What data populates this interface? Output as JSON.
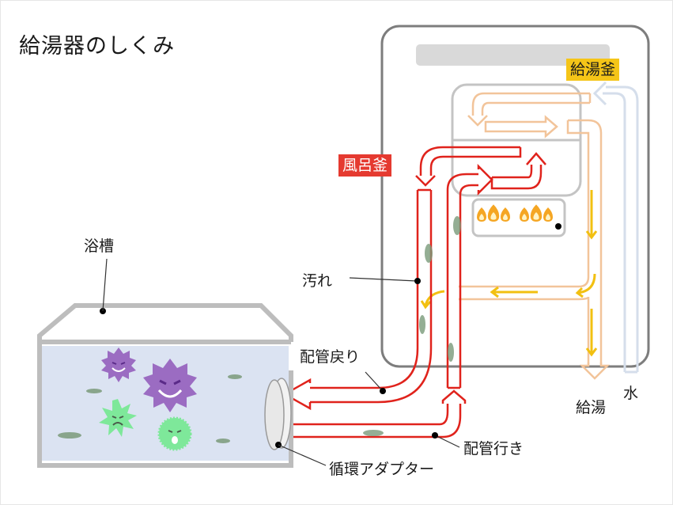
{
  "title": "給湯器のしくみ",
  "labels": {
    "heater_unit": "給湯釜",
    "bath_unit": "風呂釜",
    "bathtub": "浴槽",
    "dirt": "汚れ",
    "return_pipe": "配管戻り",
    "supply_pipe": "配管行き",
    "adapter": "循環アダプター",
    "hot_water_out": "給湯",
    "water_in": "水"
  },
  "colors": {
    "bath_circuit": "#e0231c",
    "hot_water_circuit": "#f2c49a",
    "water_circuit": "#d5deeb",
    "flow_arrow": "#f2c011",
    "heater_tag": "#f5c518",
    "bath_tag": "#e53a30",
    "bath_water": "#dbe3f2",
    "housing": "#7d7d7d"
  }
}
